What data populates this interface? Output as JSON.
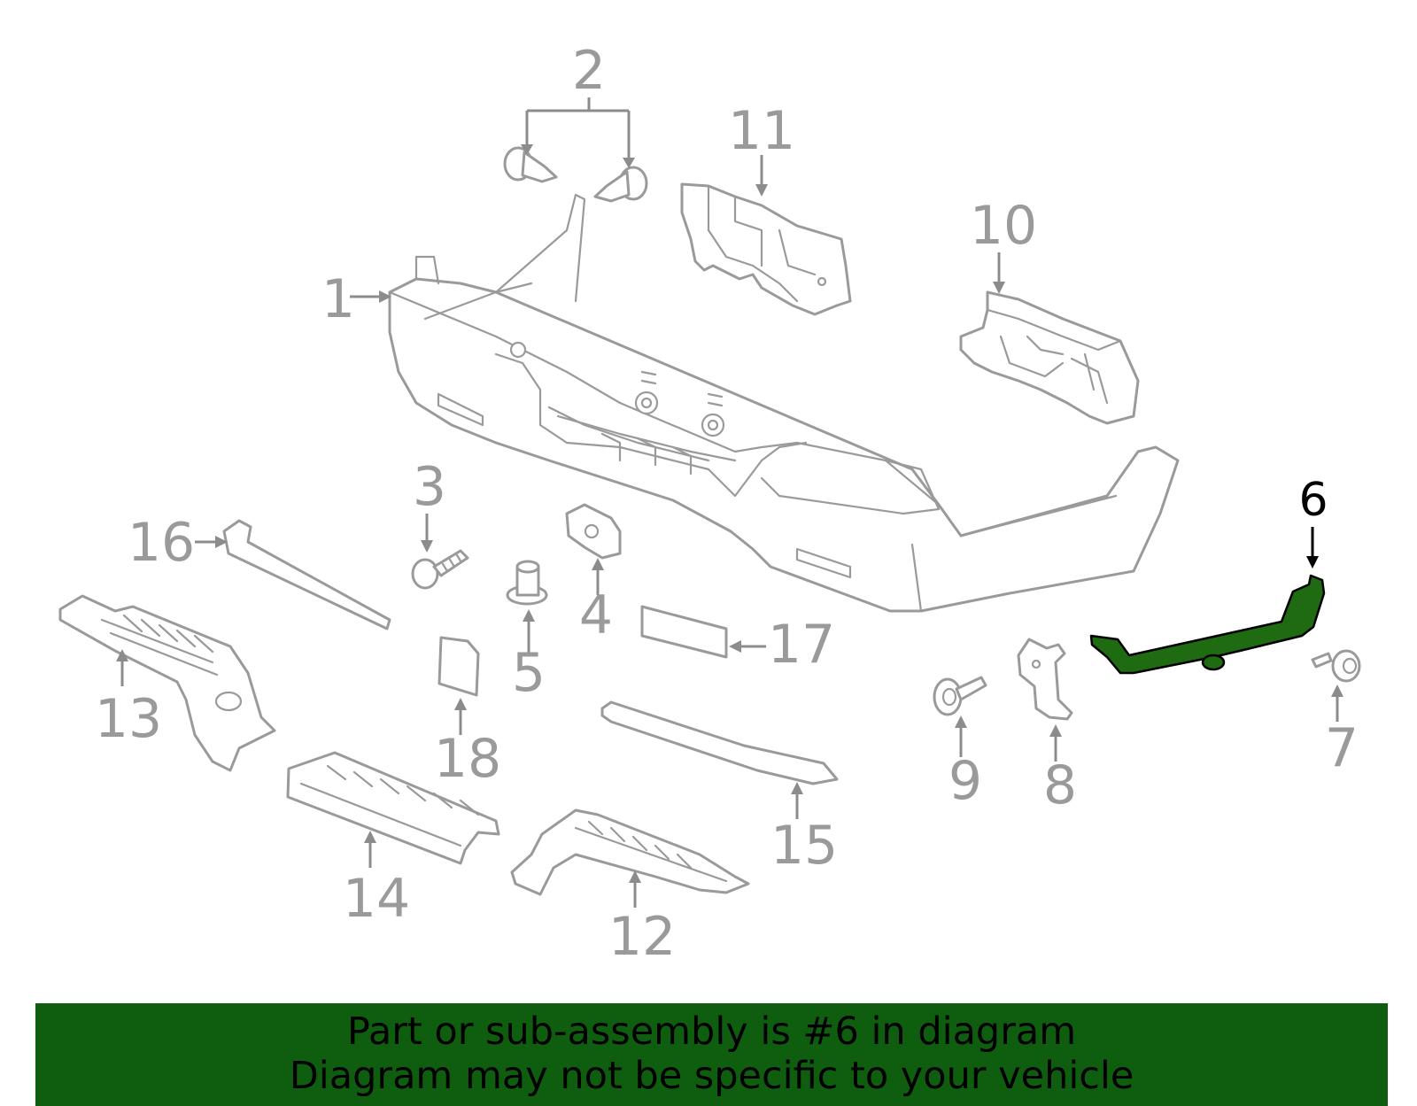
{
  "diagram": {
    "highlighted_part": "6",
    "callouts": [
      "1",
      "2",
      "3",
      "4",
      "5",
      "6",
      "7",
      "8",
      "9",
      "10",
      "11",
      "12",
      "13",
      "14",
      "15",
      "16",
      "17",
      "18"
    ],
    "colors": {
      "highlight": "#1f6b12",
      "banner": "#0f5e0f",
      "lines": "#9a9a9a"
    }
  },
  "banner": {
    "line1": "Part or sub-assembly is #6 in diagram",
    "line2": "Diagram may not be specific to your vehicle"
  }
}
